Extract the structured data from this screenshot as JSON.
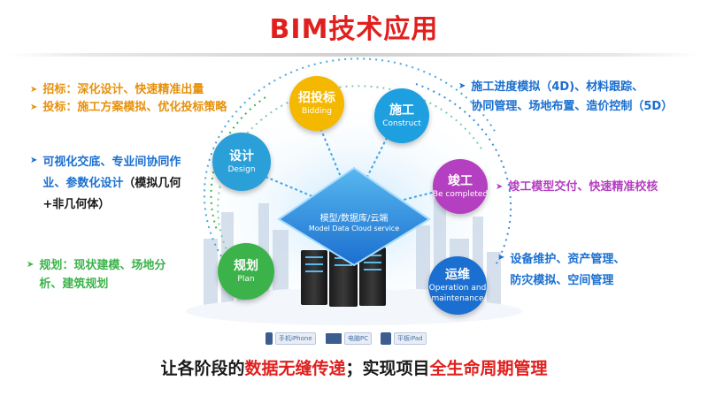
{
  "title": "BIM技术应用",
  "center": {
    "zh": "模型/数据库/云端",
    "en": "Model  Data  Cloud service"
  },
  "nodes": {
    "bidding": {
      "zh": "招投标",
      "en": "Bidding",
      "color": "#f5b800"
    },
    "construct": {
      "zh": "施工",
      "en": "Construct",
      "color": "#1d9fe0"
    },
    "complete": {
      "zh": "竣工",
      "en": "Be completed",
      "color": "#b43fc0"
    },
    "operation": {
      "zh": "运维",
      "en": "Operation and maintenance",
      "color": "#1a6fd0"
    },
    "plan": {
      "zh": "规划",
      "en": "Plan",
      "color": "#3bb34a"
    },
    "design": {
      "zh": "设计",
      "en": "Design",
      "color": "#2b9fd8"
    }
  },
  "notes": {
    "bidding_1": "招标：深化设计、快速精准出量",
    "bidding_2": "投标：施工方案模拟、优化投标策略",
    "construct_1": "施工进度模拟（4D)、材料跟踪、",
    "construct_2": "协同管理、场地布置、造价控制（5D）",
    "design_1": "可视化交底、专业间协同作",
    "design_2a": "业、参数化设计",
    "design_2b": "（模拟几何",
    "design_3": "+非几何体）",
    "complete_1": "竣工模型交付、快速精准校核",
    "plan_1": "规划：现状建模、场地分",
    "plan_2": "析、建筑规划",
    "operation_1": "设备维护、资产管理、",
    "operation_2": "防灾模拟、空间管理"
  },
  "devices": {
    "phone": "手机iPhone",
    "pc": "电脑PC",
    "pad": "平板iPad"
  },
  "bottom": {
    "part1": "让各阶段的",
    "part2": "数据无缝传递",
    "part3": "；实现项目",
    "part4": "全生命周期管理"
  },
  "colors": {
    "title_red": "#e0201e",
    "orange_text": "#e8900a",
    "blue_text": "#1a6fd0",
    "purple_text": "#b43fc0",
    "green_text": "#3bb34a"
  }
}
